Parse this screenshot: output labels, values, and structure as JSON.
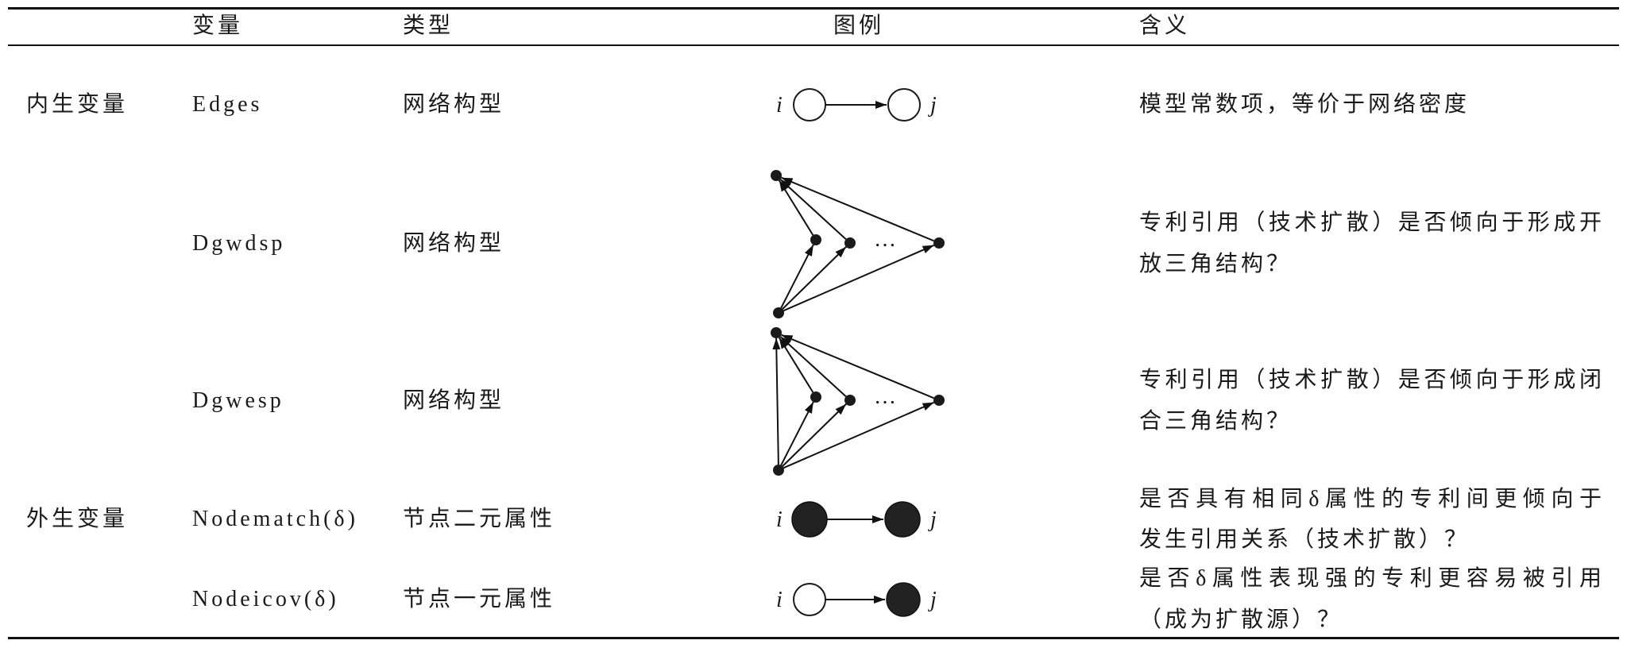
{
  "colors": {
    "text": "#1a1a1a",
    "rule": "#111111",
    "filled_node": "#222222",
    "open_node_fill": "#ffffff"
  },
  "table": {
    "header": {
      "variable": "变量",
      "type": "类型",
      "legend": "图例",
      "meaning": "含义"
    },
    "rows": [
      {
        "group": "内生变量",
        "variable": "Edges",
        "type": "网络构型",
        "legend": {
          "i": "i",
          "j": "j"
        },
        "meaning": [
          "模型常数项，等价于网络密度"
        ]
      },
      {
        "variable": "Dgwdsp",
        "type": "网络构型",
        "legend": {
          "ellipsis": "…"
        },
        "meaning": [
          "专利引用（技术扩散）是否倾向于形成开",
          "放三角结构？"
        ]
      },
      {
        "variable": "Dgwesp",
        "type": "网络构型",
        "legend": {
          "ellipsis": "…"
        },
        "meaning": [
          "专利引用（技术扩散）是否倾向于形成闭",
          "合三角结构？"
        ]
      },
      {
        "group": "外生变量",
        "variable": "Nodematch(δ)",
        "type": "节点二元属性",
        "legend": {
          "i": "i",
          "j": "j"
        },
        "meaning": [
          "是否具有相同δ属性的专利间更倾向于",
          "发生引用关系（技术扩散）？"
        ]
      },
      {
        "variable": "Nodeicov(δ)",
        "type": "节点一元属性",
        "legend": {
          "i": "i",
          "j": "j"
        },
        "meaning": [
          "是否δ属性表现强的专利更容易被引用",
          "（成为扩散源）？"
        ]
      }
    ]
  }
}
